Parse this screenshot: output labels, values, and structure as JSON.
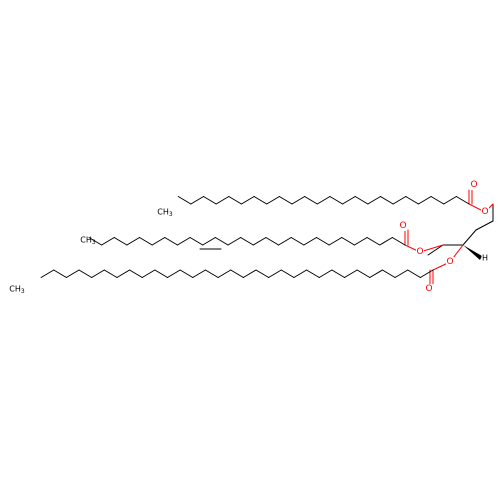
{
  "atoms": {
    "methyl_label": "CH3",
    "oxygen_label": "O",
    "hydrogen_label": "H"
  },
  "colors": {
    "bond": "#000000",
    "oxygen": "#ff0000",
    "background": "#ffffff"
  }
}
